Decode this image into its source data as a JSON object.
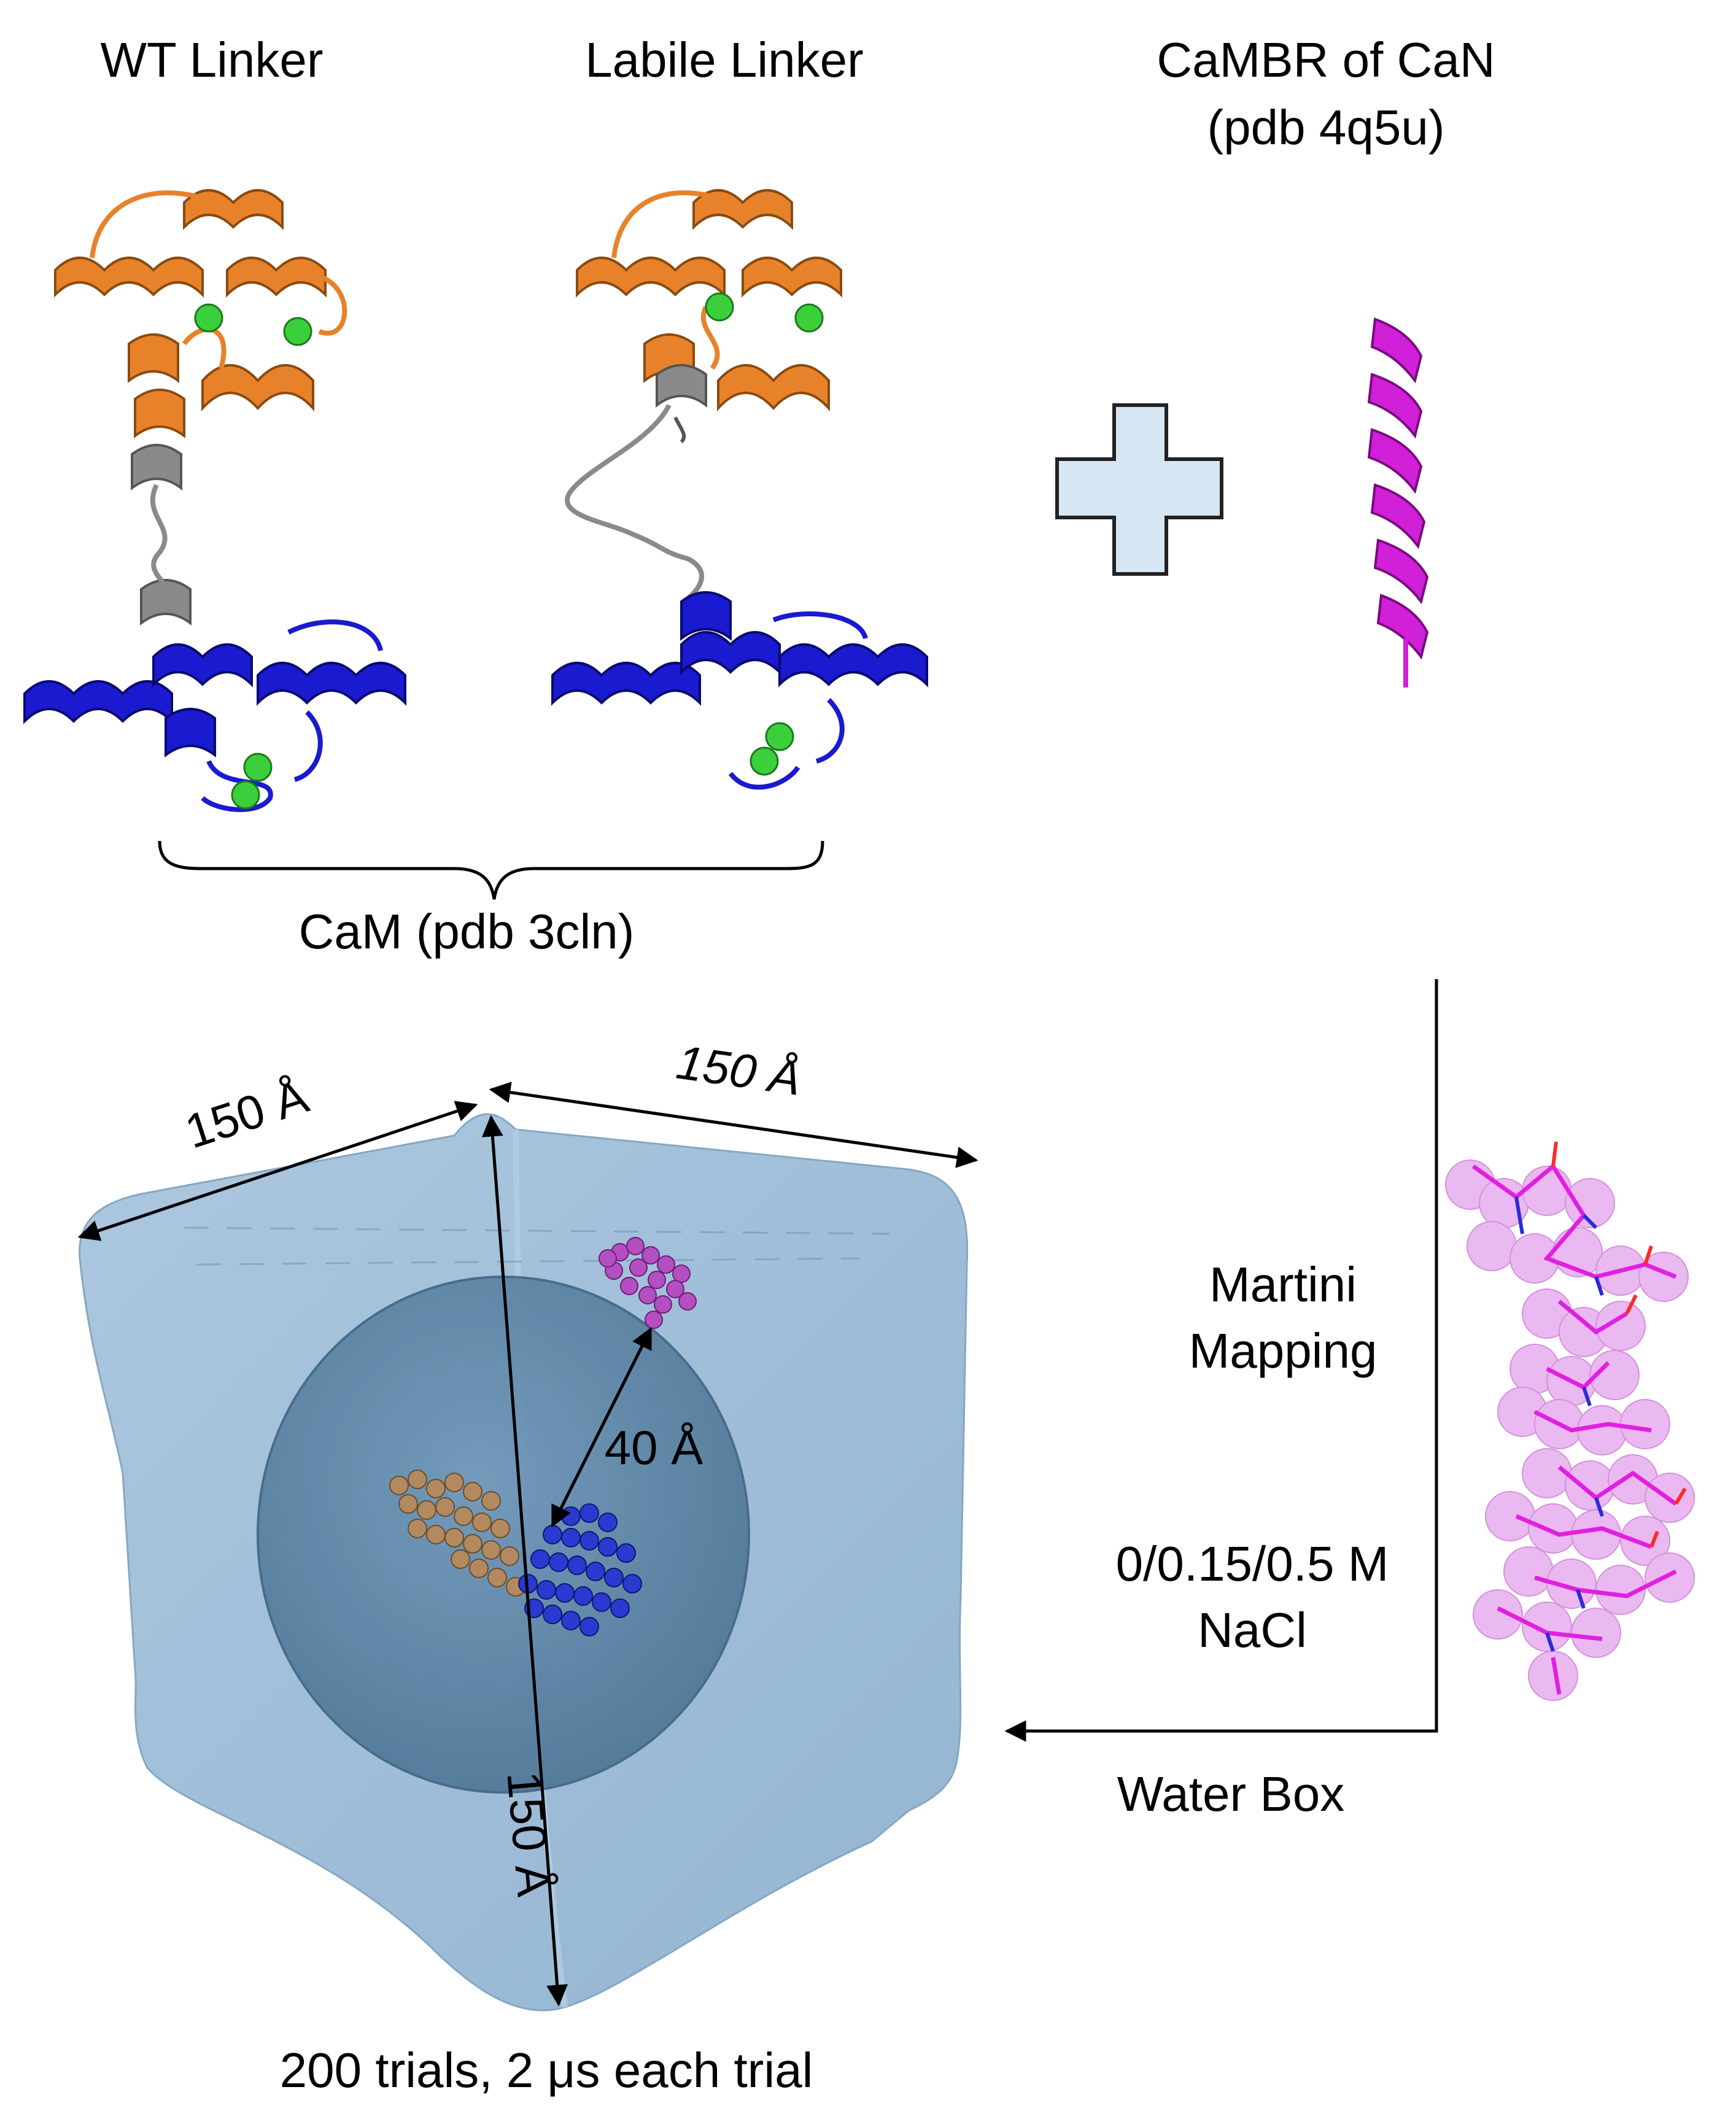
{
  "panels": {
    "wt_linker": "WT Linker",
    "labile_linker": "Labile Linker",
    "cambr_title": "CaMBR of CaN",
    "cambr_pdb": "(pdb 4q5u)",
    "cam_label": "CaM (pdb 3cln)"
  },
  "mapping": {
    "line1": "Martini",
    "line2": "Mapping",
    "salt": "0/0.15/0.5 M",
    "salt_unit": "NaCl",
    "water_box": "Water Box"
  },
  "box": {
    "edge_left": "150 Å",
    "edge_right": "150 Å",
    "edge_vertical": "150 Å",
    "separation": "40 Å",
    "trials": "200 trials, 2 μs each trial"
  },
  "colors": {
    "n_lobe": "#e8822a",
    "c_lobe": "#1a1ad0",
    "linker": "#8a8a8a",
    "calcium": "#3ccf3c",
    "cambr": "#d020d8",
    "water": "#8fb3d1",
    "sphere": "#5f86a8",
    "plus_fill": "#d6e6f3"
  }
}
